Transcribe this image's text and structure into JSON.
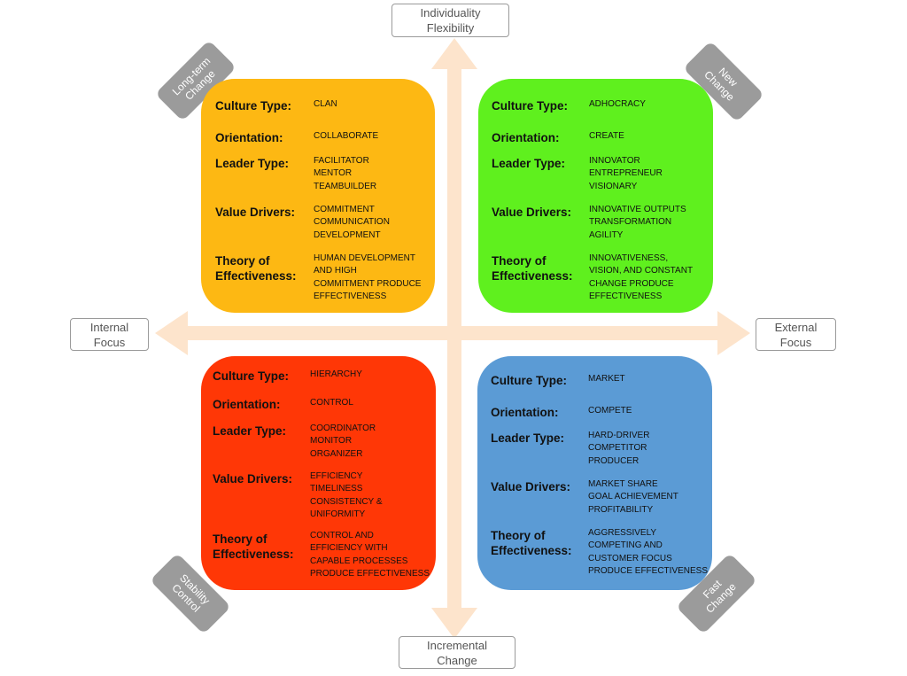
{
  "axes": {
    "top": [
      "Individuality",
      "Flexibility"
    ],
    "bottom": [
      "Incremental",
      "Change"
    ],
    "left": [
      "Internal",
      "Focus"
    ],
    "right": [
      "External",
      "Focus"
    ]
  },
  "corners": {
    "top_left": [
      "Long-term",
      "Change"
    ],
    "top_right": [
      "New",
      "Change"
    ],
    "bottom_left": [
      "Stability",
      "Control"
    ],
    "bottom_right": [
      "Fast",
      "Change"
    ]
  },
  "labels": {
    "culture_type": "Culture Type:",
    "orientation": "Orientation:",
    "leader_type": "Leader Type:",
    "value_drivers": "Value Drivers:",
    "theory": [
      "Theory of",
      "Effectiveness:"
    ]
  },
  "quadrants": {
    "clan": {
      "color": "#fdb813",
      "culture_type": "CLAN",
      "orientation": "COLLABORATE",
      "leader_type": [
        "FACILITATOR",
        "MENTOR",
        "TEAMBUILDER"
      ],
      "value_drivers": [
        "COMMITMENT",
        "COMMUNICATION",
        "DEVELOPMENT"
      ],
      "theory": [
        "HUMAN DEVELOPMENT",
        "AND HIGH",
        "COMMITMENT PRODUCE",
        "EFFECTIVENESS"
      ]
    },
    "adhocracy": {
      "color": "#5ff01e",
      "culture_type": "ADHOCRACY",
      "orientation": "CREATE",
      "leader_type": [
        "INNOVATOR",
        "ENTREPRENEUR",
        "VISIONARY"
      ],
      "value_drivers": [
        "INNOVATIVE OUTPUTS",
        "TRANSFORMATION",
        "AGILITY"
      ],
      "theory": [
        "INNOVATIVENESS,",
        "VISION, AND CONSTANT",
        "CHANGE PRODUCE",
        "EFFECTIVENESS"
      ]
    },
    "hierarchy": {
      "color": "#ff3706",
      "culture_type": "HIERARCHY",
      "orientation": "CONTROL",
      "leader_type": [
        "COORDINATOR",
        "MONITOR",
        "ORGANIZER"
      ],
      "value_drivers": [
        "EFFICIENCY",
        "TIMELINESS",
        "CONSISTENCY &",
        "UNIFORMITY"
      ],
      "theory": [
        "CONTROL AND",
        "EFFICIENCY WITH",
        "CAPABLE PROCESSES",
        "PRODUCE EFFECTIVENESS"
      ]
    },
    "market": {
      "color": "#5b9bd5",
      "culture_type": "MARKET",
      "orientation": "COMPETE",
      "leader_type": [
        "HARD-DRIVER",
        "COMPETITOR",
        "PRODUCER"
      ],
      "value_drivers": [
        "MARKET SHARE",
        "GOAL ACHIEVEMENT",
        "PROFITABILITY"
      ],
      "theory": [
        "AGGRESSIVELY",
        "COMPETING AND",
        "CUSTOMER FOCUS",
        "PRODUCE EFFECTIVENESS"
      ]
    }
  },
  "colors": {
    "axis_arrow": "#fde4cc",
    "label_border": "#9a9a9a",
    "corner_fill": "#9b9b9b"
  }
}
